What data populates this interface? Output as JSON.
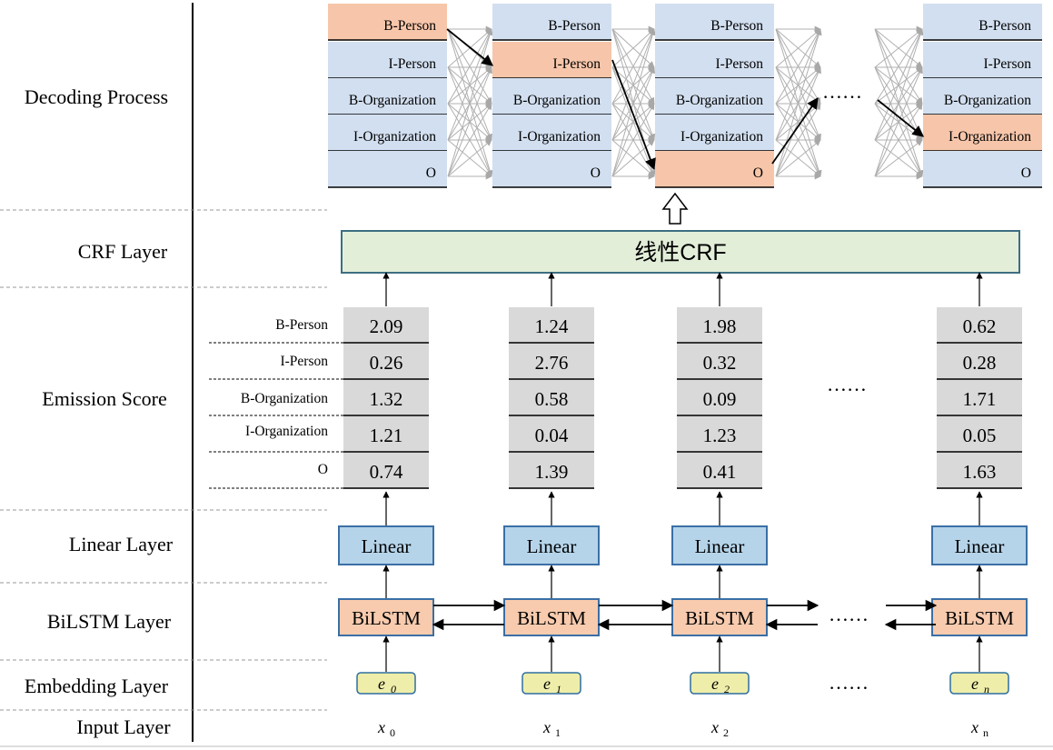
{
  "layers": [
    "Decoding Process",
    "CRF Layer",
    "Emission Score",
    "Linear Layer",
    "BiLSTM Layer",
    "Embedding Layer",
    "Input Layer"
  ],
  "tags": [
    "B-Person",
    "I-Person",
    "B-Organization",
    "I-Organization",
    "O"
  ],
  "crf_label": "线性CRF",
  "linear_label": "Linear",
  "bilstm_label": "BiLSTM",
  "ellipsis": "……",
  "columns": [
    {
      "embedding": "e",
      "embedding_sub": "0",
      "input": "x",
      "input_sub": "0",
      "scores": [
        "2.09",
        "0.26",
        "1.32",
        "1.21",
        "0.74"
      ],
      "decoded_tag": 0
    },
    {
      "embedding": "e",
      "embedding_sub": "1",
      "input": "x",
      "input_sub": "1",
      "scores": [
        "1.24",
        "2.76",
        "0.58",
        "0.04",
        "1.39"
      ],
      "decoded_tag": 1
    },
    {
      "embedding": "e",
      "embedding_sub": "2",
      "input": "x",
      "input_sub": "2",
      "scores": [
        "1.98",
        "0.32",
        "0.09",
        "1.23",
        "0.41"
      ],
      "decoded_tag": 4
    },
    {
      "embedding": "e",
      "embedding_sub": "n",
      "input": "x",
      "input_sub": "n",
      "scores": [
        "0.62",
        "0.28",
        "1.71",
        "0.05",
        "1.63"
      ],
      "decoded_tag": 3
    }
  ],
  "colors": {
    "state_blue": "#d2dff0",
    "state_highlight": "#f7c6aa",
    "score_gray": "#d9d9d9",
    "crf_green": "#e3eed9",
    "crf_border": "#3d6e82",
    "linear_fill": "#b5d4ea",
    "bilstm_fill": "#f8cbae",
    "box_border": "#3b6fa5",
    "embedding_fill": "#eeeeaa",
    "embedding_border": "#2e6ea0",
    "transition_gray": "#b0b0b0"
  }
}
